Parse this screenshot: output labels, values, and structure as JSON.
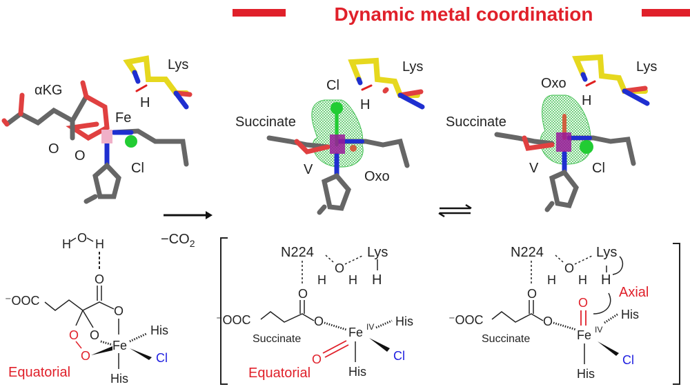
{
  "title": "Dynamic metal coordination",
  "colors": {
    "title_red": "#e0202a",
    "ligand_red": "#e0202a",
    "chloride_blue": "#2020e0",
    "carbon_grey": "#666666",
    "lysine_yellow": "#e6d81e",
    "nitrogen_blue": "#1f2fd0",
    "oxygen_red": "#e04040",
    "iron_pink": "#f0b0c8",
    "chlorine_green": "#22cc33",
    "density_green": "#33bb44",
    "vanadium_magenta": "#9a1a9a"
  },
  "structures": [
    {
      "name": "start-complex",
      "labels": {
        "ligand": "αKG",
        "lys": "Lys",
        "h": "H",
        "metal": "Fe",
        "o1": "O",
        "o2": "O",
        "cl": "Cl"
      }
    },
    {
      "name": "equatorial-oxo-model",
      "labels": {
        "top": "Cl",
        "lys": "Lys",
        "h": "H",
        "succinate": "Succinate",
        "metal": "V",
        "side": "Oxo"
      }
    },
    {
      "name": "axial-oxo-model",
      "labels": {
        "top": "Oxo",
        "lys": "Lys",
        "h": "H",
        "succinate": "Succinate",
        "metal": "V",
        "side": "Cl"
      }
    }
  ],
  "reaction": {
    "arrow_label": "−CO2",
    "arrow_label_main": "−CO",
    "arrow_label_sub": "2"
  },
  "schemes": [
    {
      "name": "peroxo-intermediate",
      "water": {
        "h1": "H",
        "o": "O",
        "h2": "H"
      },
      "carboxylate": "⁻OOC",
      "o_top": "O",
      "o_right": "O",
      "o_mid": "O",
      "o_red1": "O",
      "o_red2": "O",
      "metal": "Fe",
      "his_top": "His",
      "his_bottom": "His",
      "cl": "Cl",
      "label": "Equatorial"
    },
    {
      "name": "equatorial-ferryl",
      "n224": "N224",
      "water": {
        "o": "O",
        "h1": "H",
        "h2": "H"
      },
      "lys": "Lys",
      "lys_h": "H",
      "carboxylate": "⁻OOC",
      "o_top": "O",
      "o_link": "O",
      "succinate": "Succinate",
      "metal": "Fe",
      "oxidation": "IV",
      "his_top": "His",
      "his_bottom": "His",
      "cl": "Cl",
      "oxo": "O",
      "label": "Equatorial"
    },
    {
      "name": "axial-ferryl",
      "n224": "N224",
      "water": {
        "o": "O",
        "h1": "H",
        "h2": "H"
      },
      "lys": "Lys",
      "lys_h": "H",
      "carboxylate": "⁻OOC",
      "o_top": "O",
      "o_link": "O",
      "succinate": "Succinate",
      "metal": "Fe",
      "oxidation": "IV",
      "his_top": "His",
      "his_bottom": "His",
      "cl": "Cl",
      "oxo": "O",
      "label": "Axial"
    }
  ]
}
